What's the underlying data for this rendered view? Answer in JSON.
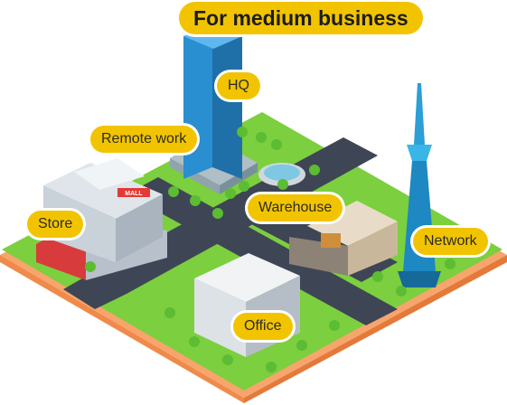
{
  "title": "For medium business",
  "labels": {
    "hq": "HQ",
    "remote_work": "Remote work",
    "store": "Store",
    "mall_sign": "MALL",
    "warehouse": "Warehouse",
    "network": "Network",
    "office": "Office"
  },
  "colors": {
    "pill": "#f2c400",
    "grass": "#7ccf3e",
    "road": "#3e4555",
    "base_edge": "#f59a5c",
    "tower_glass": "#2a8fd0"
  }
}
